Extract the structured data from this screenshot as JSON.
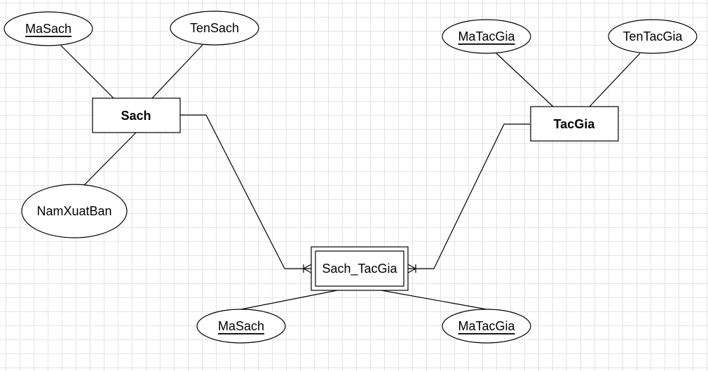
{
  "diagram": {
    "entities": {
      "sach": "Sach",
      "tacgia": "TacGia",
      "sach_tacgia": "Sach_TacGia"
    },
    "attributes": {
      "sach_masach": "MaSach",
      "sach_tensach": "TenSach",
      "sach_namxuatban": "NamXuatBan",
      "tacgia_matacgia": "MaTacGia",
      "tacgia_tentacgia": "TenTacGia",
      "sachtacgia_masach": "MaSach",
      "sachtacgia_matacgia": "MaTacGia"
    }
  }
}
